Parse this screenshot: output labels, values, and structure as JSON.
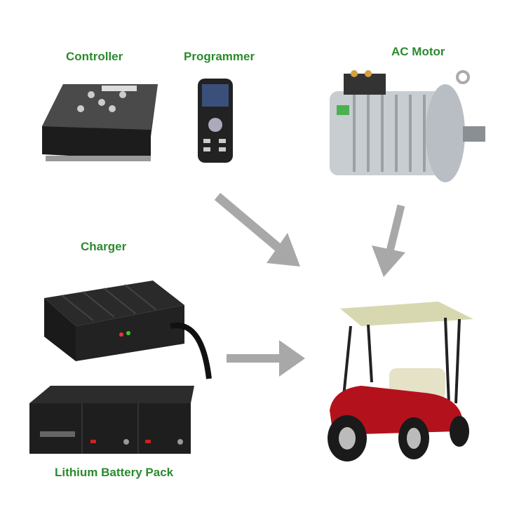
{
  "labels": {
    "controller": "Controller",
    "programmer": "Programmer",
    "ac_motor": "AC Motor",
    "charger": "Charger",
    "battery": "Lithium Battery Pack"
  },
  "colors": {
    "label": "#2b8a2e",
    "arrow": "#a8a8a8",
    "cart_body": "#b3121c",
    "cart_roof": "#d8d8b0"
  }
}
